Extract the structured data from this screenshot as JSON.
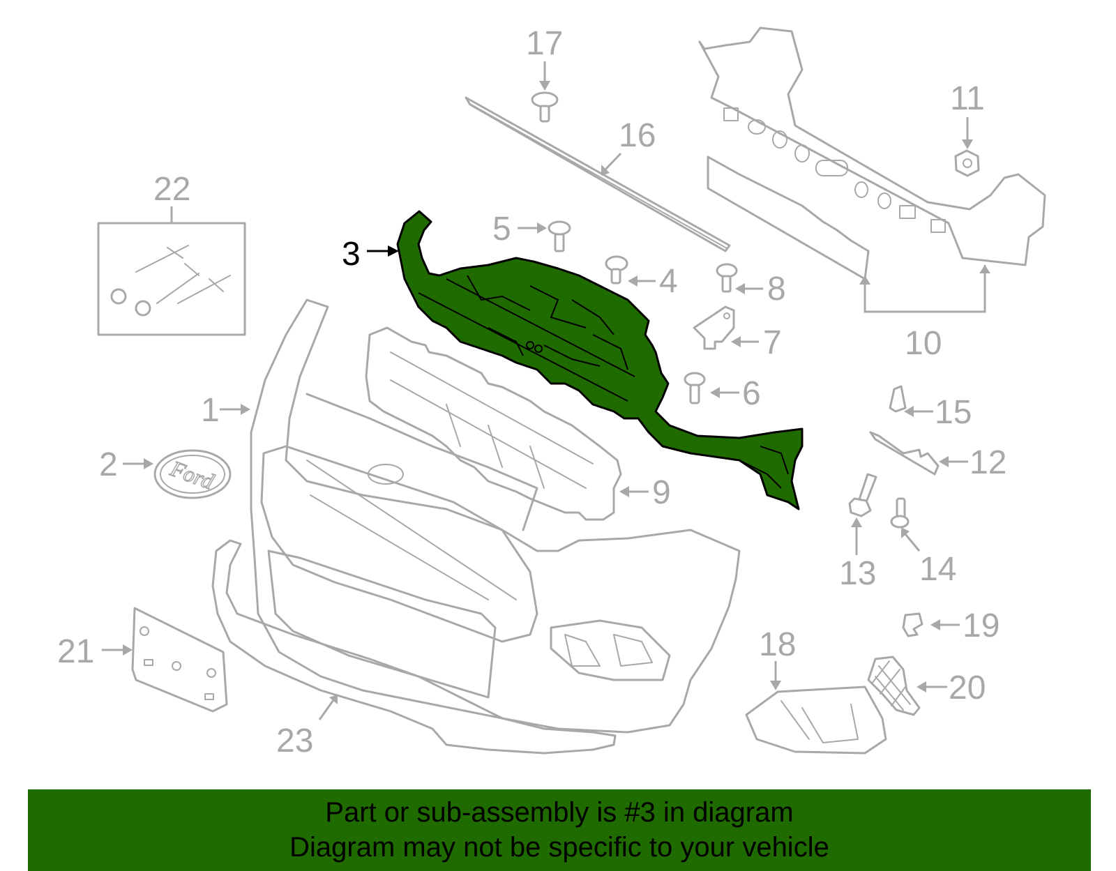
{
  "diagram": {
    "highlight_color": "#1f6b00",
    "line_color": "#a8a8a8",
    "highlighted_part": "3",
    "callouts": [
      "1",
      "2",
      "3",
      "4",
      "5",
      "6",
      "7",
      "8",
      "9",
      "10",
      "11",
      "12",
      "13",
      "14",
      "15",
      "16",
      "17",
      "18",
      "19",
      "20",
      "21",
      "22",
      "23"
    ],
    "emblem_text": "Ford"
  },
  "banner": {
    "line1": "Part or sub-assembly is #3 in diagram",
    "line2": "Diagram may not be specific to your vehicle"
  }
}
